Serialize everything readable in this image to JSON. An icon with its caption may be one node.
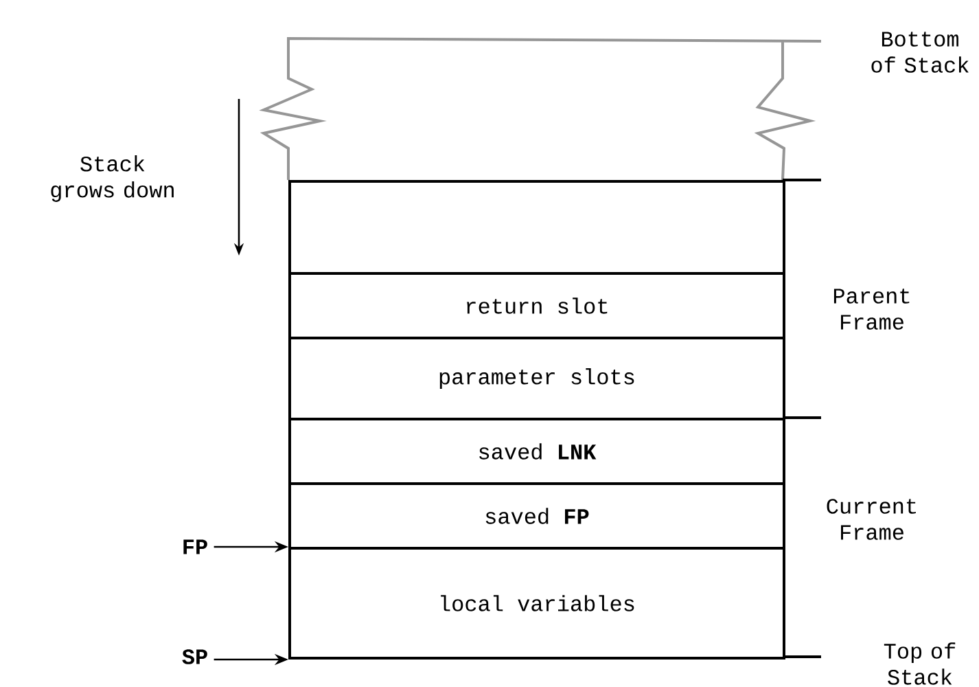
{
  "diagram": {
    "nodes": [
      {
        "text": [],
        "shape": "box"
      },
      {
        "text": [
          "return slot"
        ]
      },
      {
        "text": [
          "parameter slots"
        ]
      },
      {
        "text": [
          "saved **LNK**"
        ]
      },
      {
        "text": [
          "saved **FP**"
        ]
      },
      {
        "text": [
          "local variables"
        ]
      },
      {
        "text": [
          "FP"
        ]
      },
      {
        "text": [
          "SP"
        ]
      }
    ],
    "edges": [
      {
        "from": 6,
        "to": 5,
        "arrow": "to"
      },
      {
        "from": 7,
        "to": 5,
        "arrow": "to"
      }
    ],
    "labels": [
      "Bottom of Stack",
      "Stack grows down",
      "Parent Frame",
      "Current Frame",
      "Top of Stack"
    ]
  }
}
